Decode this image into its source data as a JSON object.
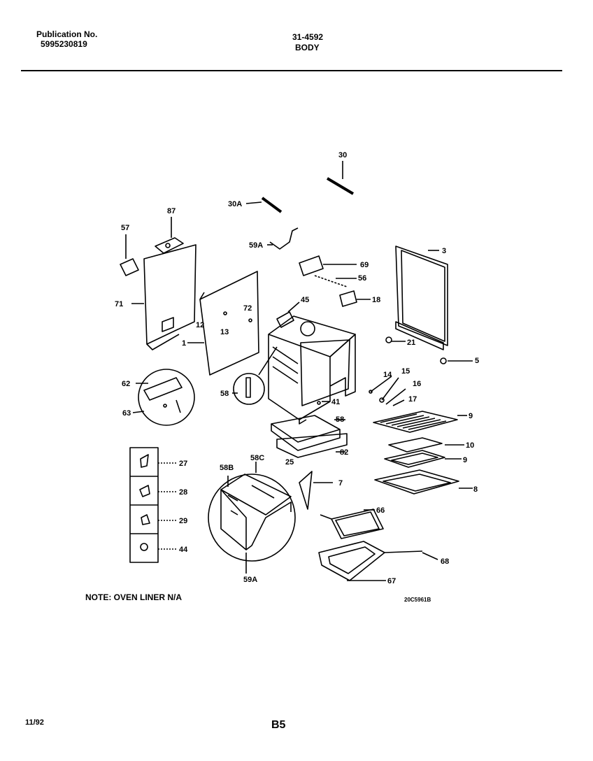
{
  "header": {
    "publication_label": "Publication No.",
    "publication_number": "5995230819",
    "model": "31-4592",
    "section": "BODY"
  },
  "callouts": [
    "30",
    "30A",
    "87",
    "57",
    "59A",
    "69",
    "3",
    "56",
    "71",
    "18",
    "12",
    "45",
    "72",
    "13",
    "1",
    "21",
    "5",
    "62",
    "58",
    "14",
    "15",
    "16",
    "41",
    "17",
    "63",
    "58",
    "9",
    "10",
    "82",
    "25",
    "9",
    "27",
    "58B",
    "58C",
    "7",
    "8",
    "28",
    "66",
    "29",
    "44",
    "68",
    "59A",
    "67"
  ],
  "note": "NOTE: OVEN LINER N/A",
  "drawing_code": "20C5961B",
  "footer": {
    "date": "11/92",
    "page": "B5"
  }
}
